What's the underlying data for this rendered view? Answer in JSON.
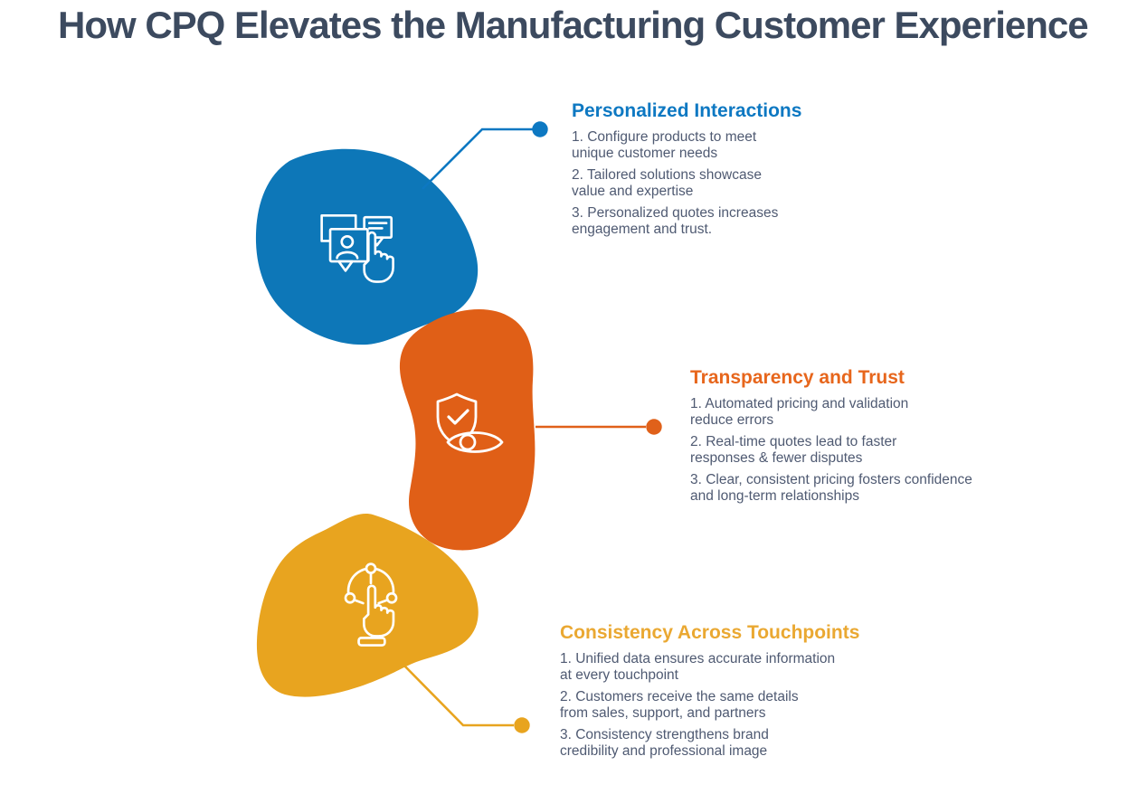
{
  "title": "How CPQ Elevates the Manufacturing Customer Experience",
  "colors": {
    "background": "#ffffff",
    "title_text": "#3c4a5f",
    "body_text": "#4f5a72",
    "blue_blob": "#0d77b8",
    "orange_blob": "#e05f17",
    "gold_blob": "#e8a41f",
    "blue_accent": "#0d78c2",
    "orange_accent": "#e7661c",
    "gold_accent": "#eaa832"
  },
  "sections": [
    {
      "title": "Personalized Interactions",
      "accent": "#0d78c2",
      "icon": "speech-bubbles-user-pointer-icon",
      "items": [
        [
          "1. Configure products to meet",
          "unique customer needs"
        ],
        [
          "2. Tailored solutions showcase",
          "value and expertise"
        ],
        [
          "3. Personalized quotes increases",
          "engagement and trust."
        ]
      ]
    },
    {
      "title": "Transparency and Trust",
      "accent": "#e7661c",
      "icon": "shield-check-eye-icon",
      "items": [
        [
          "1. Automated pricing and validation",
          "reduce errors"
        ],
        [
          "2. Real-time quotes lead to faster",
          "responses & fewer disputes"
        ],
        [
          "3. Clear, consistent pricing fosters confidence",
          "and long-term relationships"
        ]
      ]
    },
    {
      "title": "Consistency Across Touchpoints",
      "accent": "#eaa832",
      "icon": "network-node-tap-icon",
      "items": [
        [
          "1. Unified data ensures accurate information",
          "at every touchpoint"
        ],
        [
          "2. Customers receive the same details",
          "from sales, support, and partners"
        ],
        [
          "3. Consistency strengthens brand",
          "credibility and professional image"
        ]
      ]
    }
  ]
}
